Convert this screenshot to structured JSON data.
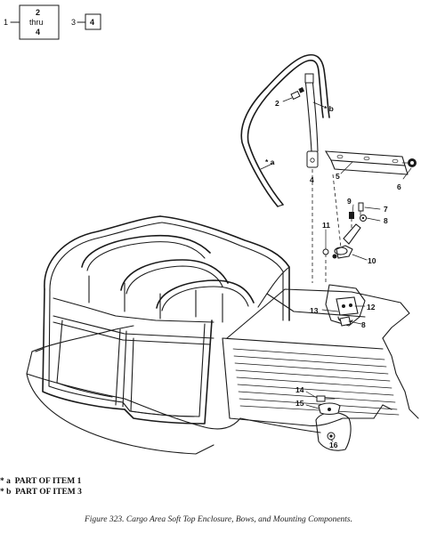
{
  "index_box": {
    "left_ref": "1",
    "range_top": "2",
    "range_mid": "thru",
    "range_bottom": "4",
    "right_ref": "3",
    "right_box": "4"
  },
  "callouts": {
    "c1": "1",
    "c2": "2",
    "c4": "4",
    "c5": "5",
    "c6": "6",
    "c7": "7",
    "c8a": "8",
    "c8b": "8",
    "c9": "9",
    "c10": "10",
    "c11": "11",
    "c12": "12",
    "c13": "13",
    "c14": "14",
    "c15": "15",
    "c16": "16",
    "star_a": "* a",
    "star_b": "* b"
  },
  "notes": [
    {
      "mark": "* a",
      "text": "PART OF ITEM 1"
    },
    {
      "mark": "* b",
      "text": "PART OF ITEM 3"
    }
  ],
  "caption": "Figure 323.  Cargo Area Soft Top Enclosure, Bows, and Mounting Components."
}
